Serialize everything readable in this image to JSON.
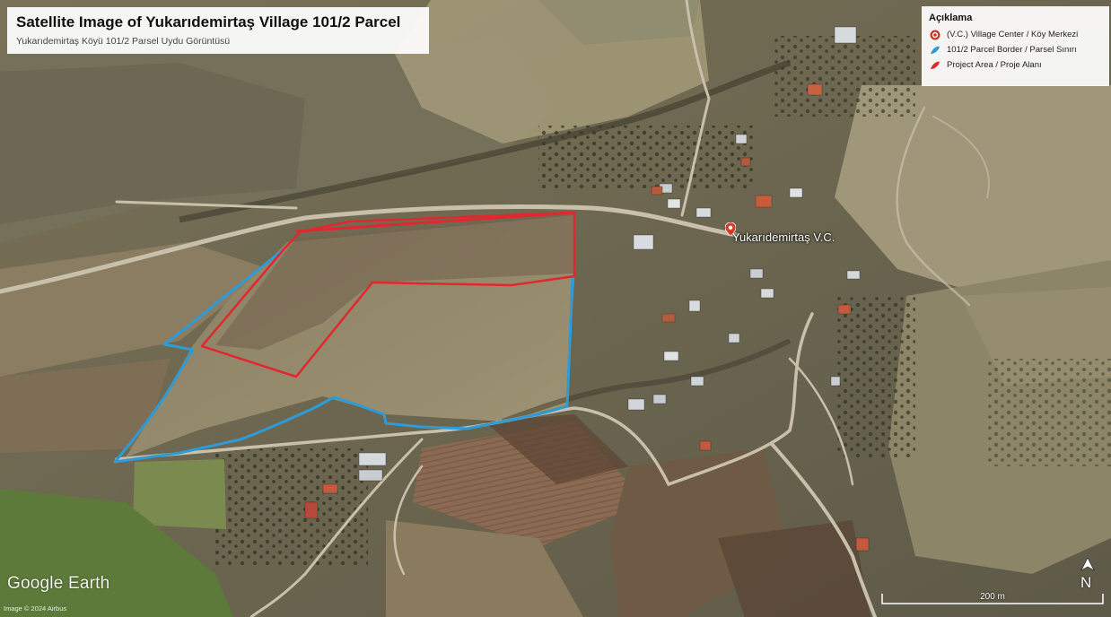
{
  "title": {
    "main": "Satellite Image of Yukarıdemirtaş Village 101/2 Parcel",
    "sub": "Yukarıdemirtaş Köyü 101/2 Parsel Uydu Görüntüsü"
  },
  "legend": {
    "title": "Açıklama",
    "items": [
      {
        "label": "(V.C.) Village Center / Köy Merkezi",
        "color": "#c0392b",
        "icon": "village-center-pin-icon"
      },
      {
        "label": "101/2 Parcel Border / Parsel Sınırı",
        "color": "#2e9bd6",
        "icon": "parcel-border-swatch"
      },
      {
        "label": "Project Area / Proje Alanı",
        "color": "#e0282e",
        "icon": "project-area-swatch"
      }
    ]
  },
  "place_label": "Yukarıdemirtaş V.C.",
  "branding": "Google Earth",
  "imagery_credit": "Image © 2024 Airbus",
  "scale": {
    "label": "200 m"
  },
  "north": "N",
  "colors": {
    "parcel_border": "#2e9bd6",
    "project_area": "#e0282e",
    "village_center": "#d93a2b"
  }
}
